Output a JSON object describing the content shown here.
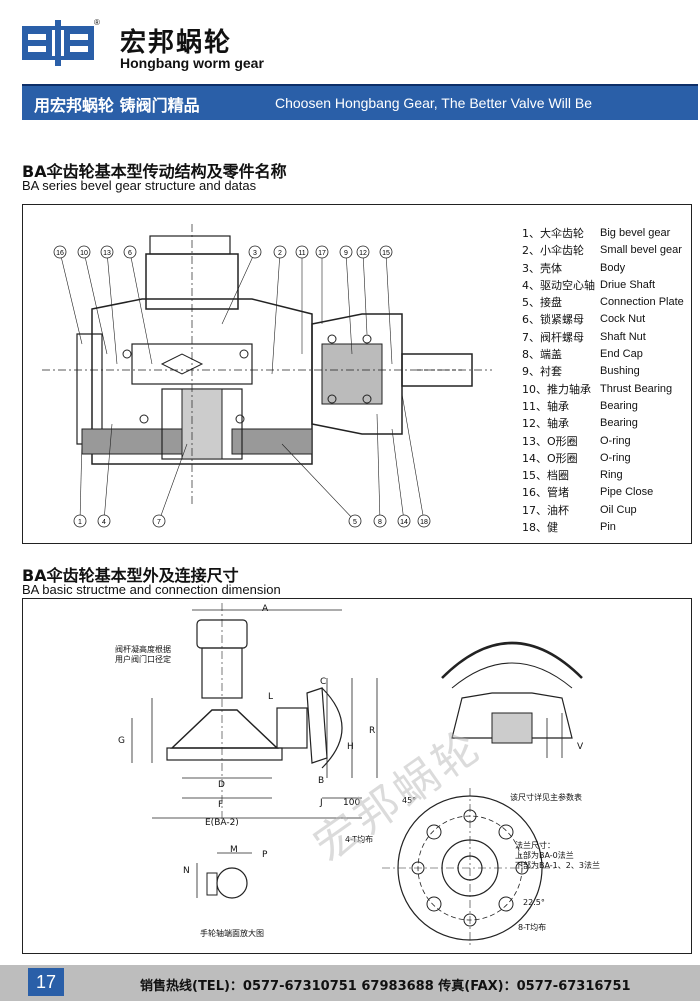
{
  "header": {
    "brand_cn": "宏邦蜗轮",
    "brand_en": "Hongbang worm gear",
    "registered_mark": "®",
    "slogan_cn": "用宏邦蜗轮 铸阀门精品",
    "slogan_en": "Choosen Hongbang Gear, The Better Valve Will Be",
    "banner_color": "#2a5fa8"
  },
  "section1": {
    "title_cn": "BA伞齿轮基本型传动结构及零件名称",
    "title_en": "BA series bevel gear structure and datas",
    "callouts_top": [
      "16",
      "10",
      "13",
      "6",
      "3",
      "2",
      "11",
      "17",
      "9",
      "12",
      "15"
    ],
    "callouts_bottom": [
      "1",
      "4",
      "7",
      "5",
      "8",
      "14",
      "18"
    ],
    "parts": [
      {
        "cn": "1、大伞齿轮",
        "en": "Big bevel gear"
      },
      {
        "cn": "2、小伞齿轮",
        "en": "Small bevel gear"
      },
      {
        "cn": "3、壳体",
        "en": "Body"
      },
      {
        "cn": "4、驱动空心轴",
        "en": "Driue Shaft"
      },
      {
        "cn": "5、接盘",
        "en": "Connection Plate"
      },
      {
        "cn": "6、锁紧螺母",
        "en": "Cock Nut"
      },
      {
        "cn": "7、阀杆螺母",
        "en": "Shaft Nut"
      },
      {
        "cn": "8、端盖",
        "en": "End Cap"
      },
      {
        "cn": "9、衬套",
        "en": "Bushing"
      },
      {
        "cn": "10、推力轴承",
        "en": "Thrust Bearing"
      },
      {
        "cn": "11、轴承",
        "en": "Bearing"
      },
      {
        "cn": "12、轴承",
        "en": "Bearing"
      },
      {
        "cn": "13、O形圈",
        "en": "O-ring"
      },
      {
        "cn": "14、O形圈",
        "en": "O-ring"
      },
      {
        "cn": "15、档圈",
        "en": "Ring"
      },
      {
        "cn": "16、管堵",
        "en": "Pipe Close"
      },
      {
        "cn": "17、油杯",
        "en": "Oil Cup"
      },
      {
        "cn": "18、健",
        "en": "Pin"
      }
    ]
  },
  "section2": {
    "title_cn": "BA伞齿轮基本型外及连接尺寸",
    "title_en": "BA basic structme and connection dimension",
    "note_stem": "阀杆凝高度根据",
    "note_stem2": "用户阀门口径定",
    "dims": {
      "A": "A",
      "C": "C",
      "L": "L",
      "G": "G",
      "H": "H",
      "R": "R",
      "D": "D",
      "B": "B",
      "F": "F",
      "J": "J",
      "hundred": "100",
      "E": "E(BA-2)",
      "V": "V",
      "M": "M",
      "P": "P",
      "N": "N",
      "angle45": "45°",
      "angle225": "22.5°"
    },
    "note_params": "该尺寸详见主参数表",
    "note_4t": "4-T均布",
    "note_flange_title": "法兰尺寸：",
    "note_flange_1": "上部为BA-0法兰",
    "note_flange_2": "下部为BA-1、2、3法兰",
    "note_8t": "8-T均布",
    "note_handwheel": "手轮轴端面放大图",
    "watermark": "宏邦蜗轮"
  },
  "footer": {
    "page": "17",
    "hotline": "销售热线(TEL)：0577-67310751  67983688   传真(FAX)：0577-67316751"
  }
}
